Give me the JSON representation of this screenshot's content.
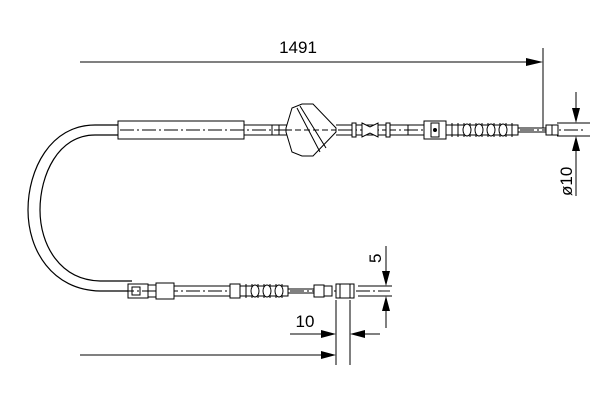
{
  "dimensions": {
    "overall_length": "1491",
    "diameter": "ø10",
    "end_length": "5",
    "nipple_length": "10"
  },
  "colors": {
    "line": "#000000",
    "background": "#ffffff"
  }
}
